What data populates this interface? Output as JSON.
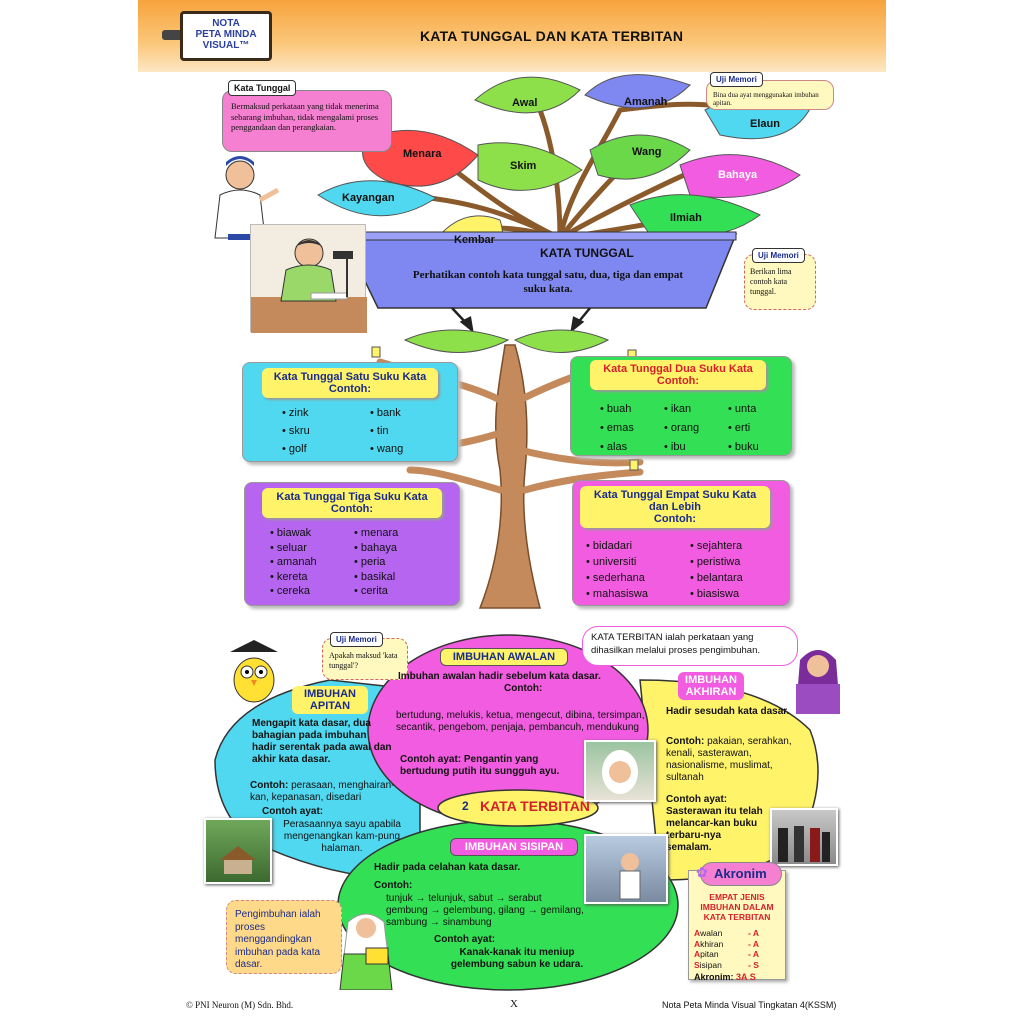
{
  "header": {
    "logo_line1": "NOTA",
    "logo_line2": "PETA MINDA",
    "logo_line3": "VISUAL™",
    "title": "KATA TUNGGAL DAN KATA TERBITAN"
  },
  "kata_tunggal_callout": {
    "label": "Kata Tunggal",
    "text": "Bermaksud perkataan yang tidak menerima sebarang imbuhan, tidak mengalami proses penggandaan dan perangkaian."
  },
  "uji_memori_1": {
    "label": "Uji Memori",
    "text": "Bina dua ayat menggunakan imbuhan apitan."
  },
  "uji_memori_2": {
    "label": "Uji Memori",
    "text": "Berikan lima contoh kata tunggal."
  },
  "uji_memori_3": {
    "label": "Uji Memori",
    "text": "Apakah maksud 'kata tunggal'?"
  },
  "leaves": [
    "Awal",
    "Amanah",
    "Elaun",
    "Menara",
    "Skim",
    "Wang",
    "Bahaya",
    "Kayangan",
    "Ilmiah",
    "Kembar"
  ],
  "pot": {
    "title": "KATA TUNGGAL",
    "text": "Perhatikan contoh kata tunggal satu, dua, tiga dan empat suku kata."
  },
  "satu_suku": {
    "head1": "Kata Tunggal Satu Suku Kata",
    "head2": "Contoh:",
    "col1": [
      "zink",
      "skru",
      "golf"
    ],
    "col2": [
      "bank",
      "tin",
      "wang"
    ]
  },
  "dua_suku": {
    "head1": "Kata Tunggal Dua Suku Kata",
    "head2": "Contoh:",
    "col1": [
      "buah",
      "emas",
      "alas"
    ],
    "col2": [
      "ikan",
      "orang",
      "ibu"
    ],
    "col3": [
      "unta",
      "erti",
      "buku"
    ]
  },
  "tiga_suku": {
    "head1": "Kata Tunggal Tiga Suku Kata",
    "head2": "Contoh:",
    "col1": [
      "biawak",
      "seluar",
      "amanah",
      "kereta",
      "cereka"
    ],
    "col2": [
      "menara",
      "bahaya",
      "peria",
      "basikal",
      "cerita"
    ]
  },
  "empat_suku": {
    "head1": "Kata Tunggal Empat Suku Kata",
    "head2": "dan Lebih",
    "head3": "Contoh:",
    "col1": [
      "bidadari",
      "universiti",
      "sederhana",
      "mahasiswa"
    ],
    "col2": [
      "sejahtera",
      "peristiwa",
      "belantara",
      "biasiswa"
    ]
  },
  "kata_terbitan_callout": "KATA TERBITAN ialah perkataan yang dihasilkan melalui proses pengimbuhan.",
  "awalan": {
    "title": "IMBUHAN AWALAN",
    "desc": "Imbuhan awalan hadir sebelum kata dasar.",
    "contoh_label": "Contoh:",
    "contoh": "bertudung, melukis, ketua, mengecut, dibina, tersimpan, secantik, pengebom, penjaja, pembancuh, mendukung",
    "ayat_label": "Contoh ayat:",
    "ayat": "Pengantin yang bertudung putih itu sungguh ayu."
  },
  "apitan": {
    "title1": "IMBUHAN",
    "title2": "APITAN",
    "desc": "Mengapit kata dasar, dua bahagian pada imbuhan hadir serentak pada awal dan akhir kata dasar.",
    "contoh_label": "Contoh:",
    "contoh": "perasaan, menghairan-kan, kepanasan, disedari",
    "ayat_label": "Contoh ayat:",
    "ayat": "Perasaannya sayu apabila mengenangkan kam-pung halaman."
  },
  "akhiran": {
    "title1": "IMBUHAN",
    "title2": "AKHIRAN",
    "desc": "Hadir sesudah kata dasar.",
    "contoh_label": "Contoh:",
    "contoh": "pakaian, serahkan, kenali, sasterawan, nasionalisme, muslimat, sultanah",
    "ayat_label": "Contoh ayat:",
    "ayat": "Sasterawan itu telah melancar-kan buku terbaru-nya semalam."
  },
  "center": {
    "num": "2",
    "title": "KATA TERBITAN"
  },
  "sisipan": {
    "title": "IMBUHAN SISIPAN",
    "desc": "Hadir pada celahan kata dasar.",
    "contoh_label": "Contoh:",
    "line1": "tunjuk → telunjuk, sabut → serabut",
    "line2": "gembung → gelembung, gilang → gemilang,",
    "line3": "sambung → sinambung",
    "ayat_label": "Contoh ayat:",
    "ayat": "Kanak-kanak itu meniup gelembung sabun ke udara."
  },
  "pengimbuhan": "Pengimbuhan ialah proses menggandingkan imbuhan pada kata dasar.",
  "akronim": {
    "title": "Akronim",
    "head": "EMPAT JENIS IMBUHAN DALAM KATA TERBITAN",
    "rows": [
      {
        "first": "A",
        "rest": "walan",
        "val": "- A"
      },
      {
        "first": "A",
        "rest": "khiran",
        "val": "- A"
      },
      {
        "first": "A",
        "rest": "pitan",
        "val": "- A"
      },
      {
        "first": "S",
        "rest": "isipan",
        "val": "- S"
      }
    ],
    "footer_label": "Akronim:",
    "footer_val": "3A S"
  },
  "footer": {
    "left": "© PNI Neuron (M) Sdn. Bhd.",
    "center": "X",
    "right": "Nota Peta Minda Visual Tingkatan 4(KSSM)"
  },
  "colors": {
    "header": "#f7a33c",
    "leaf_green": "#8ee04a",
    "pot": "#7f88f0",
    "cyan": "#4fd8ef",
    "green": "#33e055",
    "purple": "#b565f0",
    "magenta": "#f25ce0",
    "yellow": "#fff36a"
  }
}
